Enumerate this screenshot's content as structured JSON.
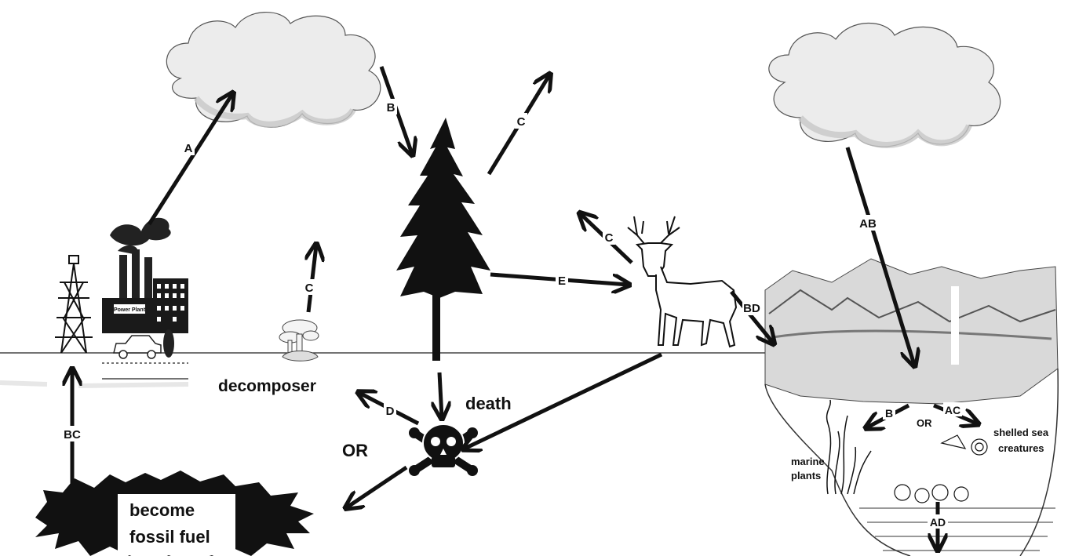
{
  "labels": {
    "arrow_a": "A",
    "arrow_b": "B",
    "arrow_c_tree": "C",
    "arrow_c_decomposer": "C",
    "arrow_c_deer": "C",
    "arrow_e": "E",
    "arrow_bd": "BD",
    "arrow_d": "D",
    "arrow_bc": "BC",
    "arrow_ab": "AB",
    "arrow_b_ocean": "B",
    "arrow_ac": "AC",
    "arrow_ad": "AD",
    "decomposer": "decomposer",
    "death": "death",
    "or_left": "OR",
    "or_ocean": "OR",
    "fossil_fuel_line1": "become",
    "fossil_fuel_line2": "fossil fuel",
    "marine_plants_line1": "marine",
    "marine_plants_line2": "plants",
    "shelled_line1": "shelled sea",
    "shelled_line2": "creatures",
    "power_plant_sign": "Power Plant"
  },
  "colors": {
    "ink": "#111111",
    "cloud_fill": "#ececec",
    "cloud_shade": "#c8c8c8",
    "lake_fill": "#d9d9d9"
  },
  "icons": [
    "cloud-icon",
    "oil-derrick-icon",
    "power-plant-icon",
    "car-icon",
    "tree-icon",
    "deer-icon",
    "mushroom-icon",
    "skull-crossbones-icon",
    "lake-mountains-icon",
    "seaweed-icon",
    "shell-icon",
    "fossil-fuel-blob-icon"
  ]
}
